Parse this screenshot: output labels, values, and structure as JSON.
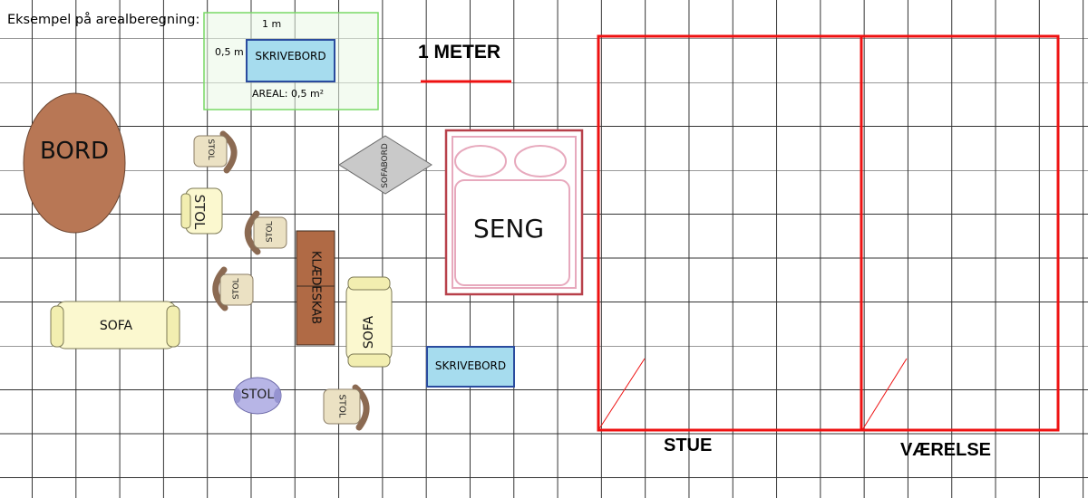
{
  "example": {
    "title": "Eksempel på arealberegning:",
    "width_label": "1 m",
    "height_label": "0,5 m",
    "desk_label": "SKRIVEBORD",
    "area_label": "AREAL: 0,5 m²"
  },
  "scale": {
    "label": "1 METER"
  },
  "furniture": {
    "table": "BORD",
    "chair": "STOL",
    "sofa": "SOFA",
    "coffee_table": "SOFABORD",
    "wardrobe": "KLÆDESKAB",
    "bed": "SENG",
    "desk": "SKRIVEBORD"
  },
  "rooms": {
    "living": "STUE",
    "bedroom": "VÆRELSE"
  },
  "colors": {
    "wall": "#ee1111",
    "table": "#b87755",
    "chair_cushion": "#ebe1c3",
    "chair_back": "#8b6a52",
    "blue_chair": "#b7b5e6",
    "sofa": "#fbf8cf",
    "desk": "#a6dcee",
    "wardrobe": "#b06a45",
    "bed_outline": "#b8404a",
    "bed_inner": "#e7a9bd",
    "coffee_table": "#c9c9c9",
    "example_border": "#79d966"
  }
}
